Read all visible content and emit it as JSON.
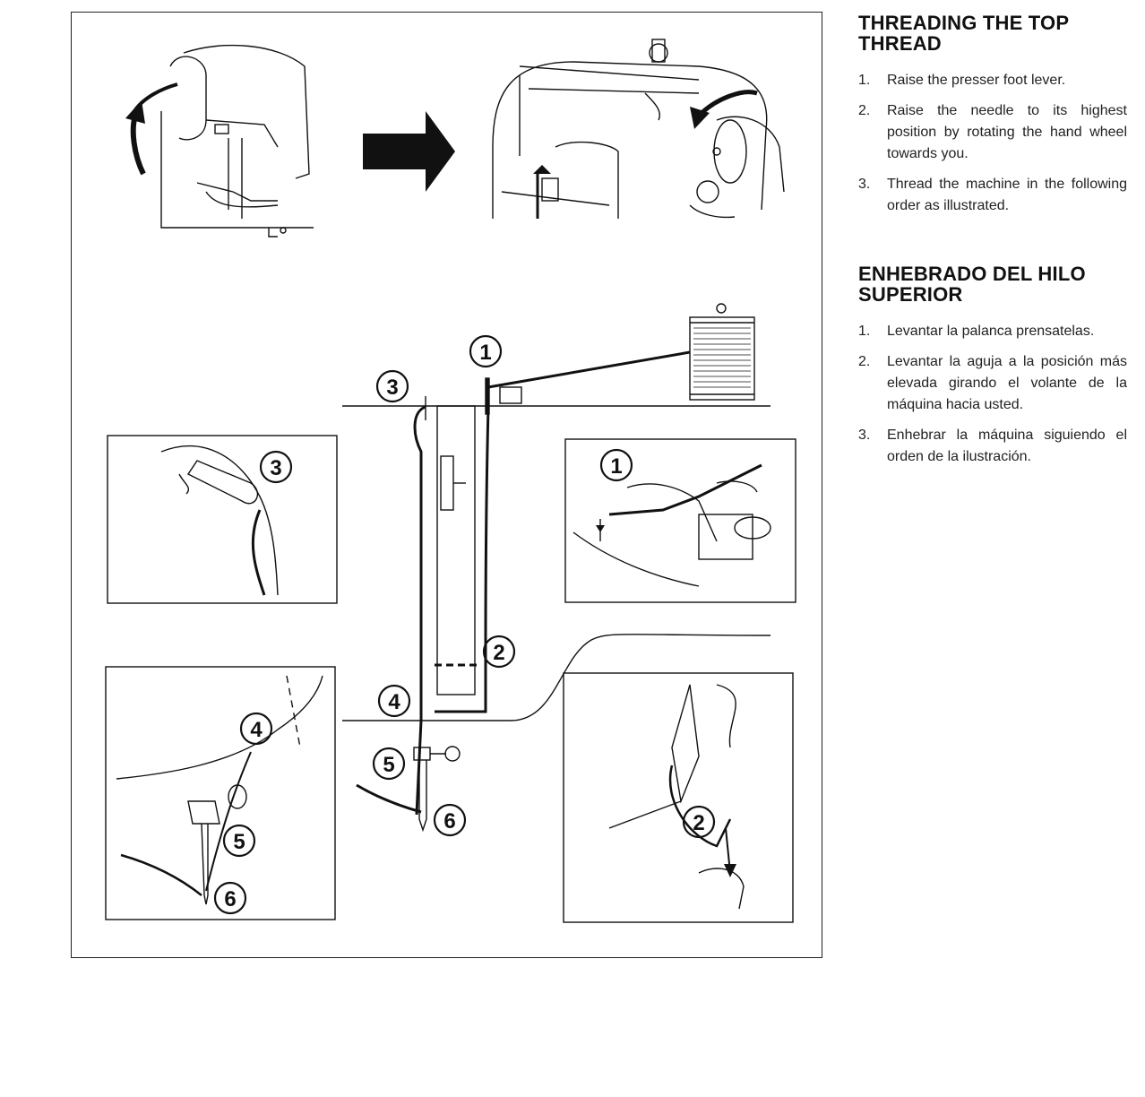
{
  "english": {
    "title": "THREADING THE TOP THREAD",
    "steps": [
      {
        "num": "1.",
        "text": "Raise the presser foot lever."
      },
      {
        "num": "2.",
        "text": "Raise the needle to its highest position by rotating the hand wheel towards you."
      },
      {
        "num": "3.",
        "text": "Thread the machine in the following order as illustrated."
      }
    ]
  },
  "spanish": {
    "title": "ENHEBRADO DEL HILO SUPERIOR",
    "steps": [
      {
        "num": "1.",
        "text": "Levantar la palanca prensatelas."
      },
      {
        "num": "2.",
        "text": "Levantar la aguja a la posición más elevada girando el volante de la máquina hacia usted."
      },
      {
        "num": "3.",
        "text": "Enhebrar la máquina siguiendo el orden de la ilustración."
      }
    ]
  },
  "figure": {
    "markers": {
      "m1": "1",
      "m2": "2",
      "m3": "3",
      "m4": "4",
      "m5": "5",
      "m6": "6"
    }
  }
}
